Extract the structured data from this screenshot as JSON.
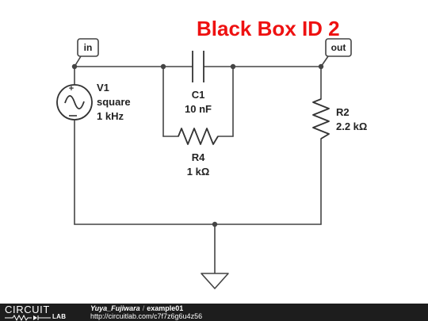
{
  "title": "Black Box ID 2",
  "ports": {
    "input": "in",
    "output": "out"
  },
  "components": {
    "v1": {
      "name": "V1",
      "type": "square",
      "value": "1 kHz"
    },
    "c1": {
      "name": "C1",
      "value": "10 nF"
    },
    "r4": {
      "name": "R4",
      "value": "1 kΩ"
    },
    "r2": {
      "name": "R2",
      "value": "2.2 kΩ"
    }
  },
  "colors": {
    "title": "#ee1111",
    "wire": "#444444",
    "footer_bg": "#1d1d1d"
  },
  "footer": {
    "logo_top": "CIRCUIT",
    "logo_bottom": "LAB",
    "author": "Yuya_Fujiwara",
    "separator": "/",
    "project": "example01",
    "url": "http://circuitlab.com/c7f7z6g6u4z56"
  }
}
